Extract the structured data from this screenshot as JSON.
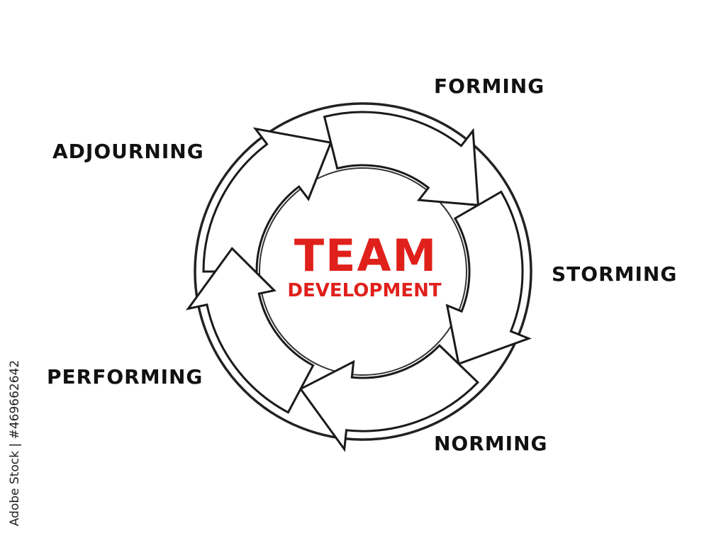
{
  "title": {
    "main": "TEAM",
    "sub": "DEVELOPMENT",
    "color": "#e0201b"
  },
  "stages": {
    "forming": "FORMING",
    "storming": "STORMING",
    "norming": "NORMING",
    "performing": "PERFORMING",
    "adjourning": "ADJOURNING"
  },
  "stage_text_color": "#111111",
  "watermark": "Adobe Stock | #469662642"
}
